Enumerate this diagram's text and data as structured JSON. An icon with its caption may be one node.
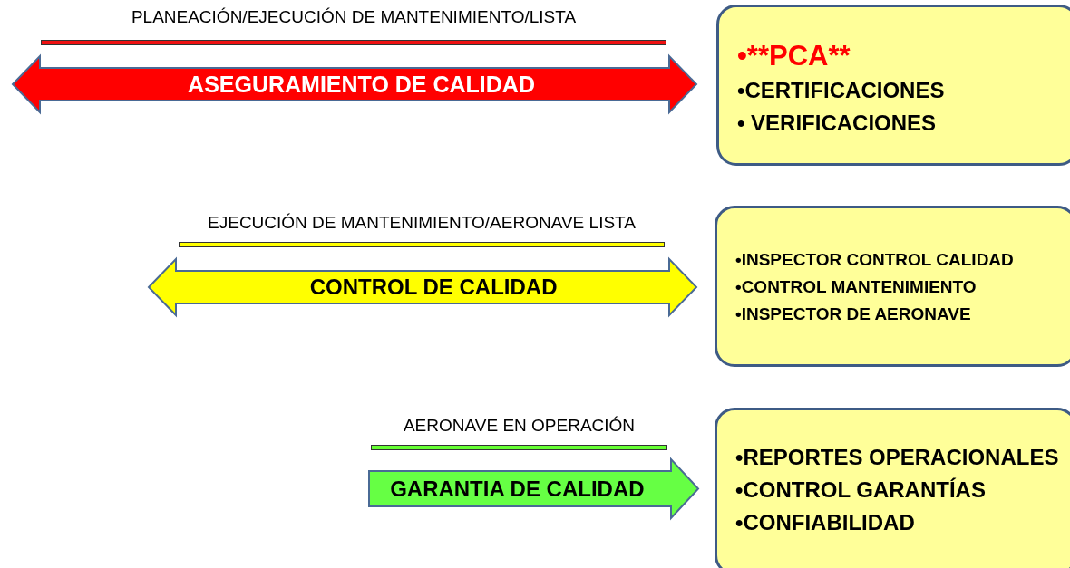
{
  "diagram": {
    "nodes": [
      {
        "text": [
          "PLANEACIÓN/EJECUCIÓN DE MANTENIMIENTO/LISTA"
        ]
      },
      {
        "text": [
          "ASEGURAMIENTO DE CALIDAD"
        ]
      },
      {
        "text": [
          "•**PCA**",
          "•CERTIFICACIONES",
          "• VERIFICACIONES"
        ]
      },
      {
        "text": [
          "EJECUCIÓN DE MANTENIMIENTO/AERONAVE LISTA"
        ]
      },
      {
        "text": [
          "CONTROL DE CALIDAD"
        ]
      },
      {
        "text": [
          "•INSPECTOR CONTROL CALIDAD",
          "•CONTROL MANTENIMIENTO",
          "•INSPECTOR DE AERONAVE"
        ]
      },
      {
        "text": [
          "AERONAVE EN OPERACIÓN"
        ]
      },
      {
        "text": [
          "GARANTIA DE CALIDAD"
        ]
      },
      {
        "text": [
          "•REPORTES OPERACIONALES",
          "•CONTROL GARANTÍAS",
          "•CONFIABILIDAD"
        ]
      }
    ],
    "edges": []
  }
}
